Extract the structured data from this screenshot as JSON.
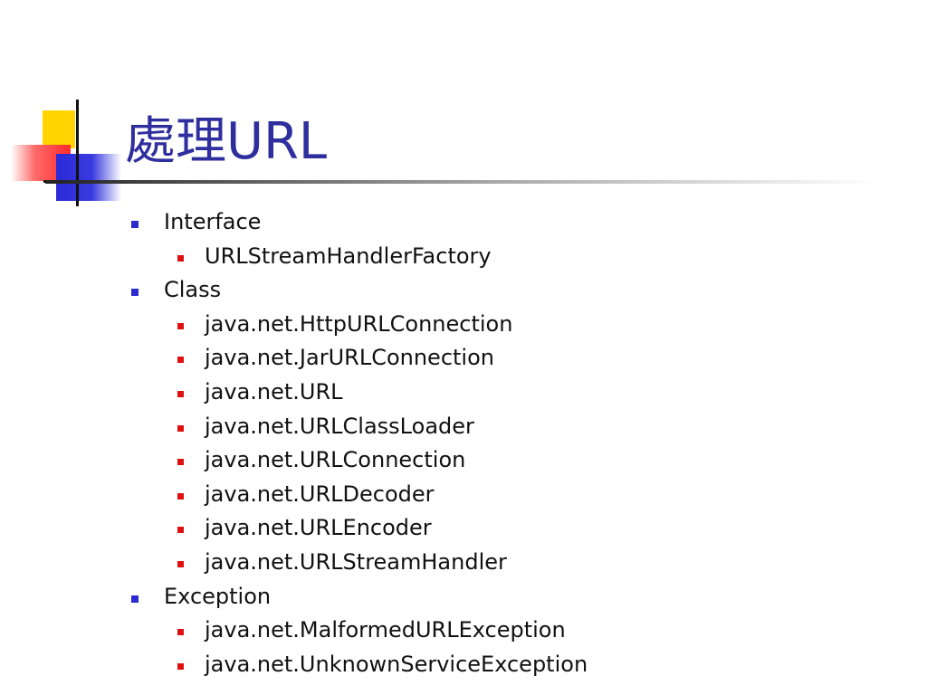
{
  "slide": {
    "title_cjk": "處理",
    "title_latin": "URL",
    "sections": [
      {
        "label": "Interface",
        "items": [
          "URLStreamHandlerFactory"
        ]
      },
      {
        "label": "Class",
        "items": [
          "java.net.HttpURLConnection",
          "java.net.JarURLConnection",
          "java.net.URL",
          "java.net.URLClassLoader",
          "java.net.URLConnection",
          "java.net.URLDecoder",
          "java.net.URLEncoder",
          "java.net.URLStreamHandler"
        ]
      },
      {
        "label": "Exception",
        "items": [
          "java.net.MalformedURLException",
          "java.net.UnknownServiceException"
        ]
      }
    ]
  },
  "colors": {
    "title": "#2e2e9e",
    "bullet_level1": "#2b2bd0",
    "bullet_level2": "#e01010"
  }
}
